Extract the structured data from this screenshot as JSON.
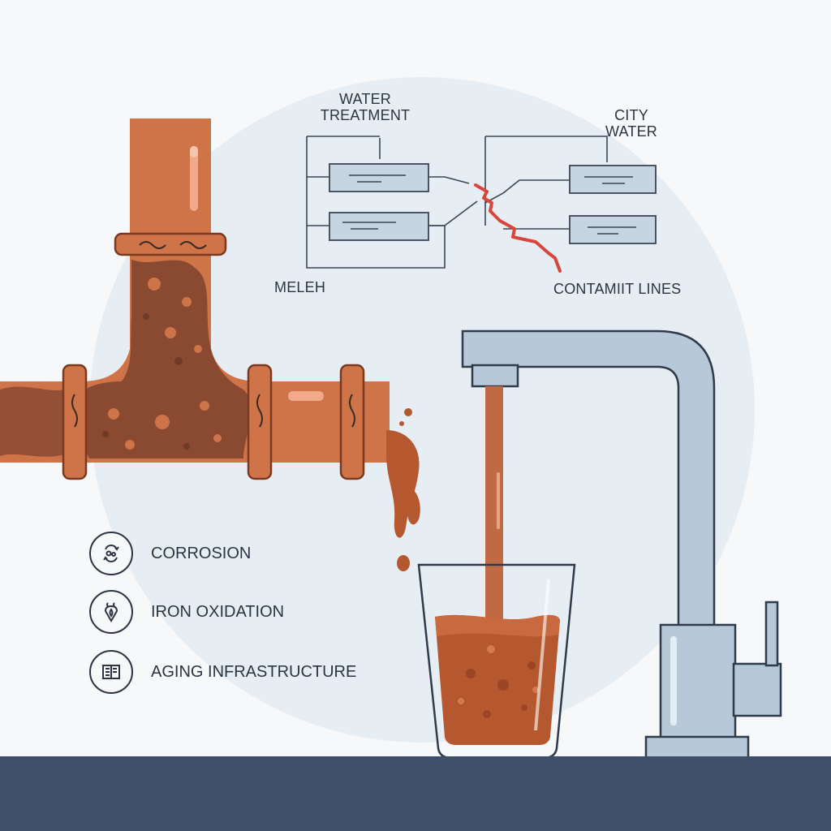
{
  "diagram": {
    "labels": {
      "water_treatment_line1": "WATER",
      "water_treatment_line2": "TREATMENT",
      "city_water_line1": "CITY",
      "city_water_line2": "WATER",
      "left_label": "MELEH",
      "contaminated_lines": "CONTAMIIT LINES"
    },
    "legend": [
      {
        "icon": "recycle-rust-icon",
        "label": "CORROSION"
      },
      {
        "icon": "droplet-oxidation-icon",
        "label": "IRON OXIDATION"
      },
      {
        "icon": "document-building-icon",
        "label": "AGING INFRASTRUCTURE"
      }
    ],
    "colors": {
      "pipe": "#cf7349",
      "rust": "#8a4a32",
      "faucet": "#b7c9d8",
      "counter": "#3e4f69",
      "crack": "#d9453b",
      "water": "#b5572f"
    }
  }
}
